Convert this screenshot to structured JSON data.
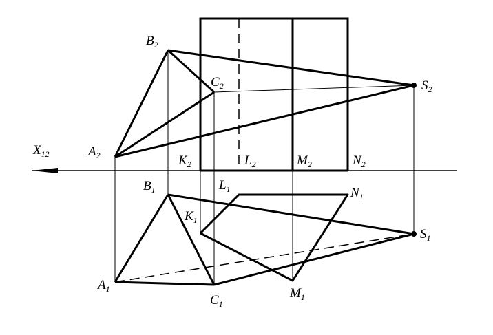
{
  "axis": {
    "letter": "X",
    "subscript": "12"
  },
  "points": {
    "A2": {
      "letter": "A",
      "subscript": "2"
    },
    "B2": {
      "letter": "B",
      "subscript": "2"
    },
    "C2": {
      "letter": "C",
      "subscript": "2"
    },
    "S2": {
      "letter": "S",
      "subscript": "2"
    },
    "K2": {
      "letter": "K",
      "subscript": "2"
    },
    "L2": {
      "letter": "L",
      "subscript": "2"
    },
    "M2": {
      "letter": "M",
      "subscript": "2"
    },
    "N2": {
      "letter": "N",
      "subscript": "2"
    },
    "A1": {
      "letter": "A",
      "subscript": "1"
    },
    "B1": {
      "letter": "B",
      "subscript": "1"
    },
    "C1": {
      "letter": "C",
      "subscript": "1"
    },
    "S1": {
      "letter": "S",
      "subscript": "1"
    },
    "K1": {
      "letter": "K",
      "subscript": "1"
    },
    "L1": {
      "letter": "L",
      "subscript": "1"
    },
    "M1": {
      "letter": "M",
      "subscript": "1"
    },
    "N1": {
      "letter": "N",
      "subscript": "1"
    }
  },
  "colors": {
    "ink": "#000000",
    "background": "#ffffff"
  }
}
